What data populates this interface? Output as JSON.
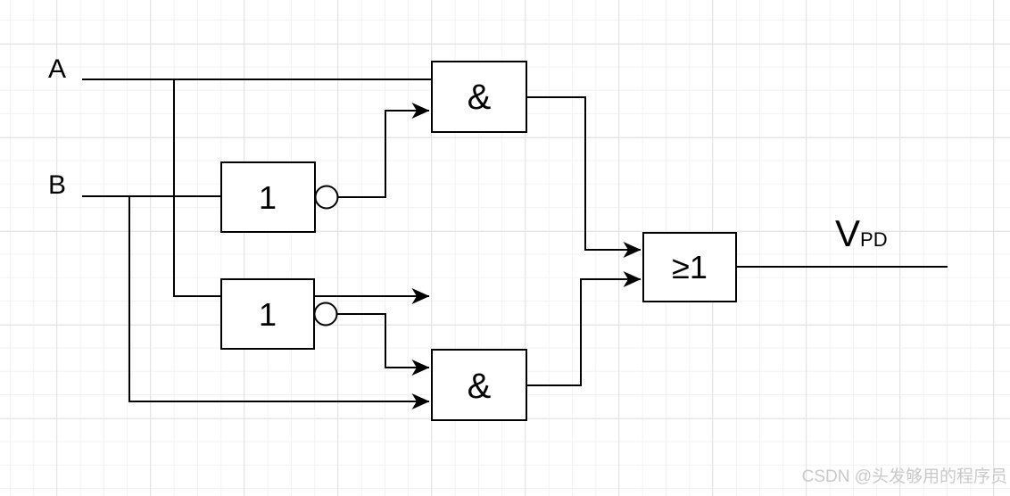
{
  "diagram": {
    "inputs": {
      "a_label": "A",
      "b_label": "B"
    },
    "gates": {
      "not_top_label": "1",
      "not_bottom_label": "1",
      "and_top_label": "&",
      "and_bottom_label": "&",
      "or_label": "≥1"
    },
    "output": {
      "symbol": "V",
      "subscript": "PD"
    },
    "connections": [
      {
        "from": "input-a",
        "to": "and-gate-top",
        "port": "in1"
      },
      {
        "from": "input-a",
        "to": "not-gate-bottom",
        "port": "in"
      },
      {
        "from": "input-b",
        "to": "not-gate-top",
        "port": "in"
      },
      {
        "from": "input-b",
        "to": "and-gate-bottom",
        "port": "in2"
      },
      {
        "from": "not-gate-top",
        "to": "and-gate-top",
        "port": "in2"
      },
      {
        "from": "not-gate-bottom",
        "to": "and-gate-bottom",
        "port": "in1"
      },
      {
        "from": "and-gate-top",
        "to": "or-gate",
        "port": "in1"
      },
      {
        "from": "and-gate-bottom",
        "to": "or-gate",
        "port": "in2"
      },
      {
        "from": "or-gate",
        "to": "output-vpd"
      }
    ]
  },
  "watermark": "CSDN @头发够用的程序员",
  "colors": {
    "wire": "#000000",
    "gate_fill": "#ffffff",
    "grid_minor": "#f2f2f2",
    "grid_major": "#e4e4e4",
    "watermark": "#c9c9c9"
  }
}
